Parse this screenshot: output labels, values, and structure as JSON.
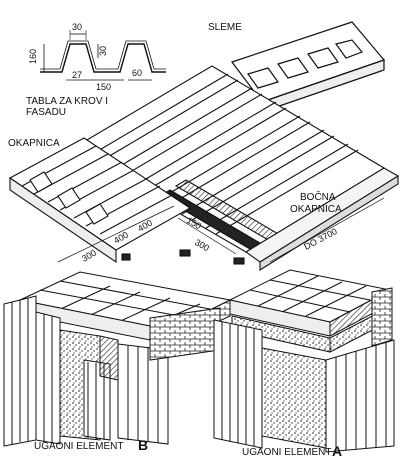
{
  "labels": {
    "sleme": "SLEME",
    "tabla_line1": "TABLA ZA KROV I",
    "tabla_line2": "FASADU",
    "okapnica": "OKAPNICA",
    "bocna_line1": "BOČNA",
    "bocna_line2": "OKAPNICA",
    "do_3700": "DO 3700",
    "ugaoni_b_text": "UGAONI ELEMENT",
    "ugaoni_b_letter": "B",
    "ugaoni_a_text": "UGAONI ELEMENT",
    "ugaoni_a_letter": "A"
  },
  "profile_dims": {
    "d30": "30",
    "d160": "160",
    "d27": "27",
    "d150": "150",
    "d60": "60",
    "d30b": "30"
  },
  "roof_dims": {
    "d300a": "300",
    "d400a": "400",
    "d400b": "400",
    "d150": "150",
    "d300b": "300"
  }
}
